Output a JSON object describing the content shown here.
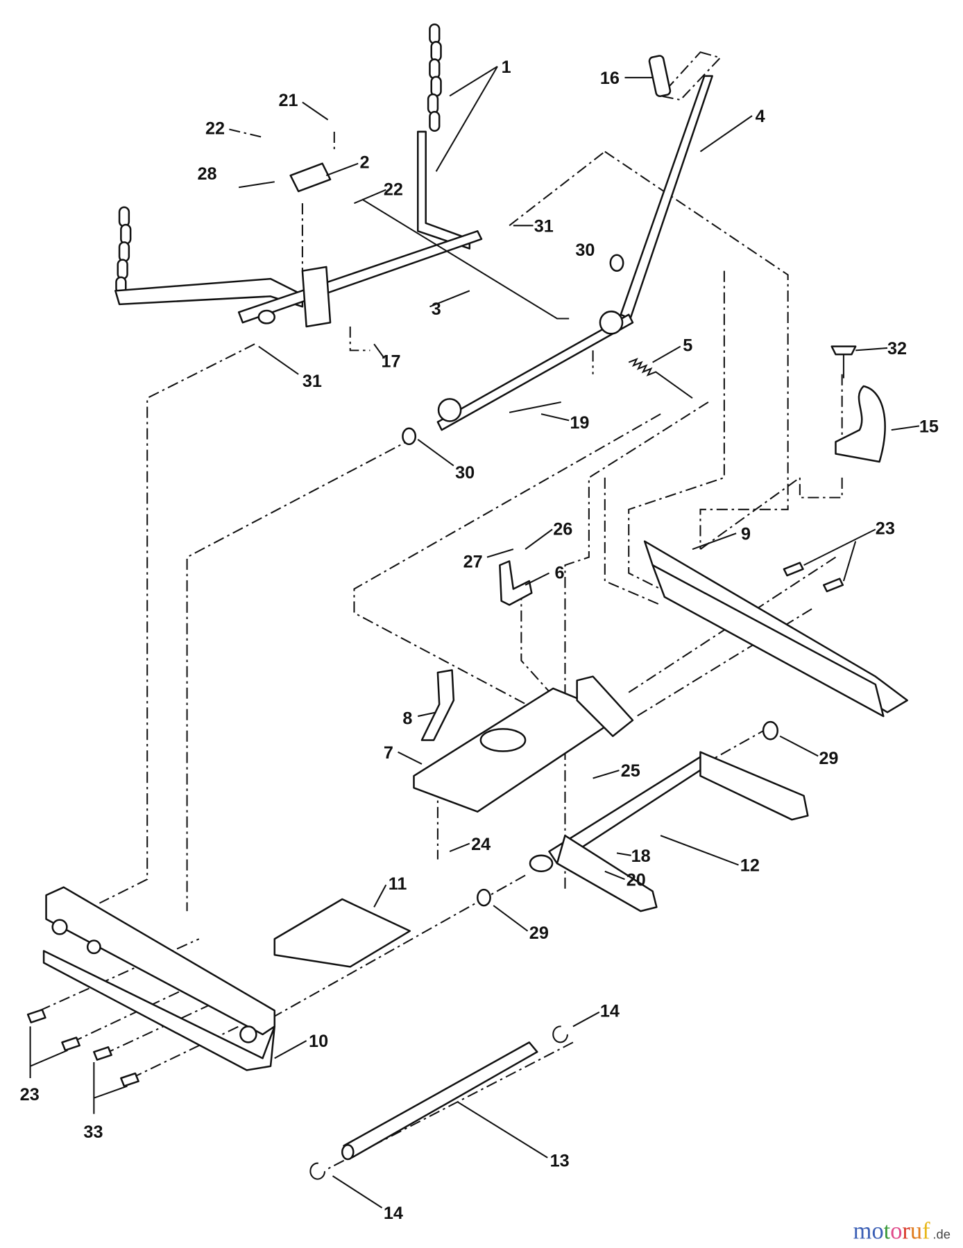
{
  "diagram": {
    "callouts": [
      {
        "n": "1"
      },
      {
        "n": "16"
      },
      {
        "n": "4"
      },
      {
        "n": "21"
      },
      {
        "n": "22"
      },
      {
        "n": "2"
      },
      {
        "n": "28"
      },
      {
        "n": "22"
      },
      {
        "n": "31"
      },
      {
        "n": "30"
      },
      {
        "n": "3"
      },
      {
        "n": "5"
      },
      {
        "n": "32"
      },
      {
        "n": "17"
      },
      {
        "n": "31"
      },
      {
        "n": "19"
      },
      {
        "n": "15"
      },
      {
        "n": "30"
      },
      {
        "n": "26"
      },
      {
        "n": "27"
      },
      {
        "n": "6"
      },
      {
        "n": "9"
      },
      {
        "n": "23"
      },
      {
        "n": "8"
      },
      {
        "n": "7"
      },
      {
        "n": "29"
      },
      {
        "n": "25"
      },
      {
        "n": "24"
      },
      {
        "n": "18"
      },
      {
        "n": "20"
      },
      {
        "n": "12"
      },
      {
        "n": "11"
      },
      {
        "n": "29"
      },
      {
        "n": "10"
      },
      {
        "n": "14"
      },
      {
        "n": "23"
      },
      {
        "n": "33"
      },
      {
        "n": "13"
      },
      {
        "n": "14"
      }
    ]
  },
  "watermark": {
    "text": "motoruf",
    "suffix": ".de",
    "colors": [
      "#3b5fb5",
      "#3b5fb5",
      "#3a9a3a",
      "#e04a8a",
      "#d93b2b",
      "#e07a1a",
      "#e8b81a"
    ]
  }
}
